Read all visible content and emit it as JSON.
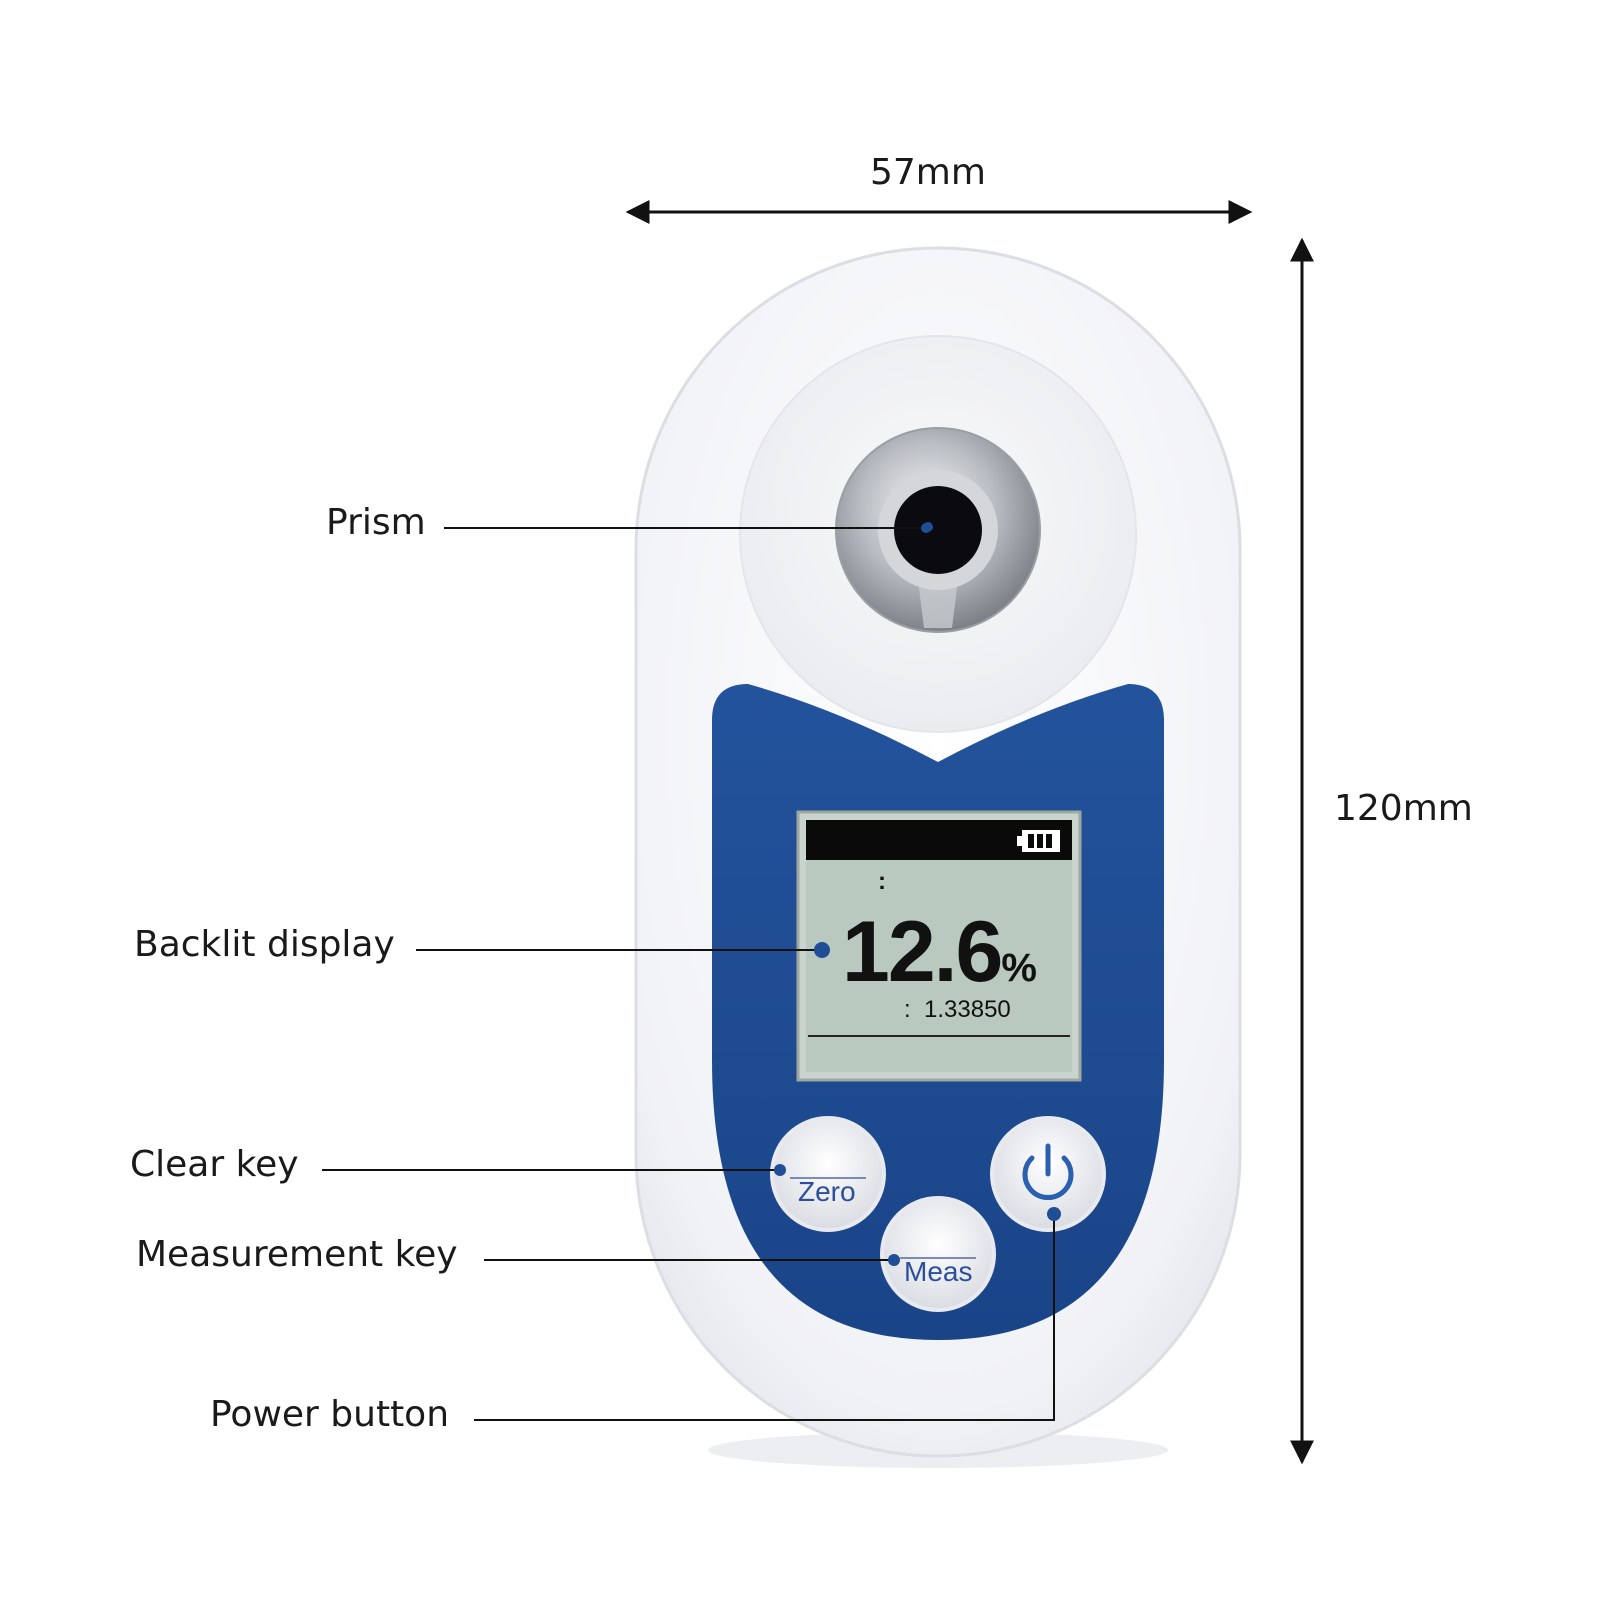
{
  "dimensions": {
    "width": "57mm",
    "height": "120mm"
  },
  "callouts": {
    "prism": "Prism",
    "display": "Backlit display",
    "clear": "Clear key",
    "measure": "Measurement key",
    "power": "Power button"
  },
  "display": {
    "reading": "12.6",
    "unit": "%",
    "top_line": ":",
    "ri_line": ":  1.33850"
  },
  "keys": {
    "zero": "Zero",
    "meas": "Meas"
  },
  "colors": {
    "panel_blue": "#1f4e96",
    "lcd_green": "#b9c9c0"
  }
}
